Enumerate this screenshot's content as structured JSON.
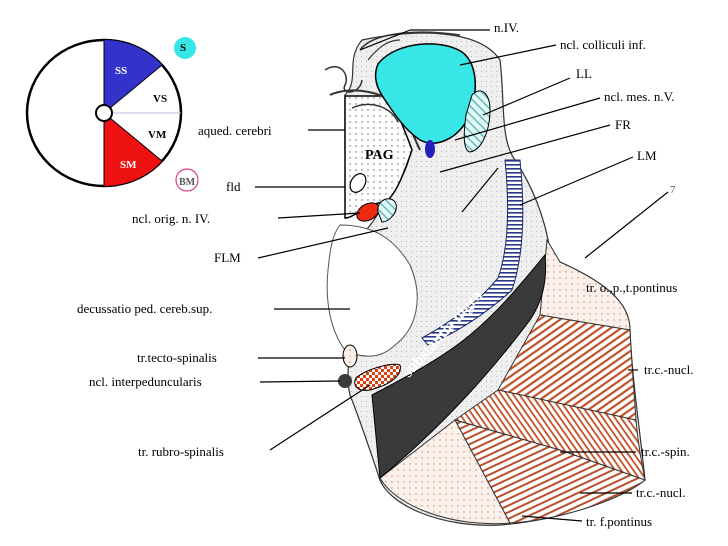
{
  "inset": {
    "sectors": {
      "ss": "SS",
      "vs": "VS",
      "vm": "VM",
      "sm": "SM"
    },
    "s_badge": "S",
    "bm_badge": "BM"
  },
  "labels": {
    "n_iv": "n.IV.",
    "ncl_colliculi_inf": "ncl. colliculi inf.",
    "ll": "LL",
    "ncl_mes_nv": "ncl. mes. n.V.",
    "fr": "FR",
    "lm": "LM",
    "aqued_cerebri": "aqued. cerebri",
    "pag": "PAG",
    "fld": "fld",
    "ncl_orig_n_iv": "ncl. orig. n. IV.",
    "flm": "FLM",
    "decussatio": "decussatio ped. cereb.sup.",
    "tr_opt_pontinus": "tr. o.,p.,t.pontinus",
    "tr_tecto_spinalis": "tr.tecto-spinalis",
    "ncl_interpeduncularis": "ncl. interpeduncularis",
    "tr_c_nucl_1": "tr.c.-nucl.",
    "substantia_nigra": "substantia nigra",
    "tr_rubro_spinalis": "tr. rubro-spinalis",
    "tr_c_spin": "tr.c.-spin.",
    "tr_c_nucl_2": "tr.c.-nucl.",
    "tr_f_pontinus": "tr. f.pontinus",
    "seven": "7"
  },
  "colors": {
    "tectum_cyan": "#38e6e6",
    "ll_pale": "#d8f6f6",
    "ss_blue": "#3333cc",
    "sm_red": "#ee1111",
    "nigra": "#3a3a3a",
    "peduncle_hatch": "#c0522a",
    "lm_stripe": "#2a3a8a",
    "tegmentum": "#eeeeee",
    "bm_ring": "#e0408a"
  }
}
